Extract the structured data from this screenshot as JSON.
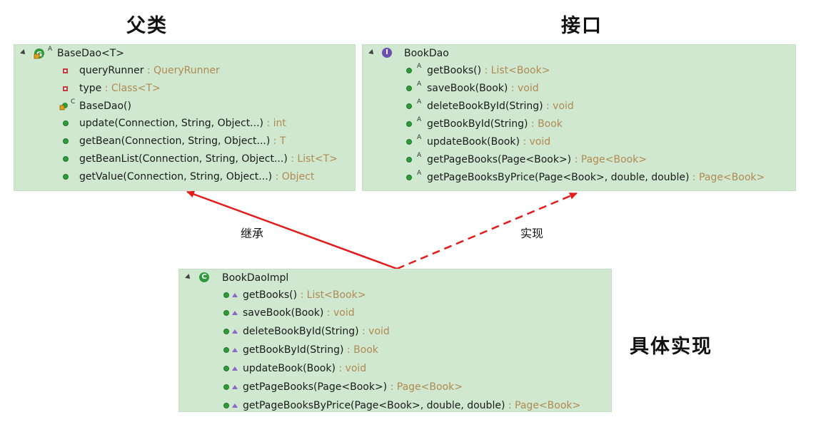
{
  "headings": {
    "parent": "父类",
    "interface": "接口",
    "implementation": "具体实现"
  },
  "arrows": {
    "inherit_label": "继承",
    "implement_label": "实现"
  },
  "base_dao": {
    "class_name": "BaseDao<T>",
    "class_modifier": "A",
    "fields": [
      {
        "name": "queryRunner",
        "type": " : QueryRunner"
      },
      {
        "name": "type",
        "type": " : Class<T>"
      }
    ],
    "constructor": {
      "name": "BaseDao()",
      "modifier": "C"
    },
    "methods": [
      {
        "name": "update(Connection, String, Object...)",
        "ret": " : int"
      },
      {
        "name": "getBean(Connection, String, Object...)",
        "ret": " : T"
      },
      {
        "name": "getBeanList(Connection, String, Object...)",
        "ret": " : List<T>"
      },
      {
        "name": "getValue(Connection, String, Object...)",
        "ret": " : Object"
      }
    ]
  },
  "book_dao": {
    "class_name": "BookDao",
    "method_modifier": "A",
    "methods": [
      {
        "name": "getBooks()",
        "ret": " : List<Book>"
      },
      {
        "name": "saveBook(Book)",
        "ret": " : void"
      },
      {
        "name": "deleteBookById(String)",
        "ret": " : void"
      },
      {
        "name": "getBookById(String)",
        "ret": " : Book"
      },
      {
        "name": "updateBook(Book)",
        "ret": " : void"
      },
      {
        "name": "getPageBooks(Page<Book>)",
        "ret": " : Page<Book>"
      },
      {
        "name": "getPageBooksByPrice(Page<Book>, double, double)",
        "ret": " : Page<Book>"
      }
    ]
  },
  "book_dao_impl": {
    "class_name": "BookDaoImpl",
    "methods": [
      {
        "name": "getBooks()",
        "ret": " : List<Book>"
      },
      {
        "name": "saveBook(Book)",
        "ret": " : void"
      },
      {
        "name": "deleteBookById(String)",
        "ret": " : void"
      },
      {
        "name": "getBookById(String)",
        "ret": " : Book"
      },
      {
        "name": "updateBook(Book)",
        "ret": " : void"
      },
      {
        "name": "getPageBooks(Page<Book>)",
        "ret": " : Page<Book>"
      },
      {
        "name": "getPageBooksByPrice(Page<Book>, double, double)",
        "ret": " : Page<Book>"
      }
    ]
  },
  "colors": {
    "panel_bg": "#cfe8cf",
    "method_dot": "#2f9a3a",
    "return_type": "#b08a52",
    "field_marker": "#d23a3a",
    "interface_icon": "#6b4fb5",
    "class_icon": "#2f9a3a",
    "arrow": "#e31b1b"
  }
}
